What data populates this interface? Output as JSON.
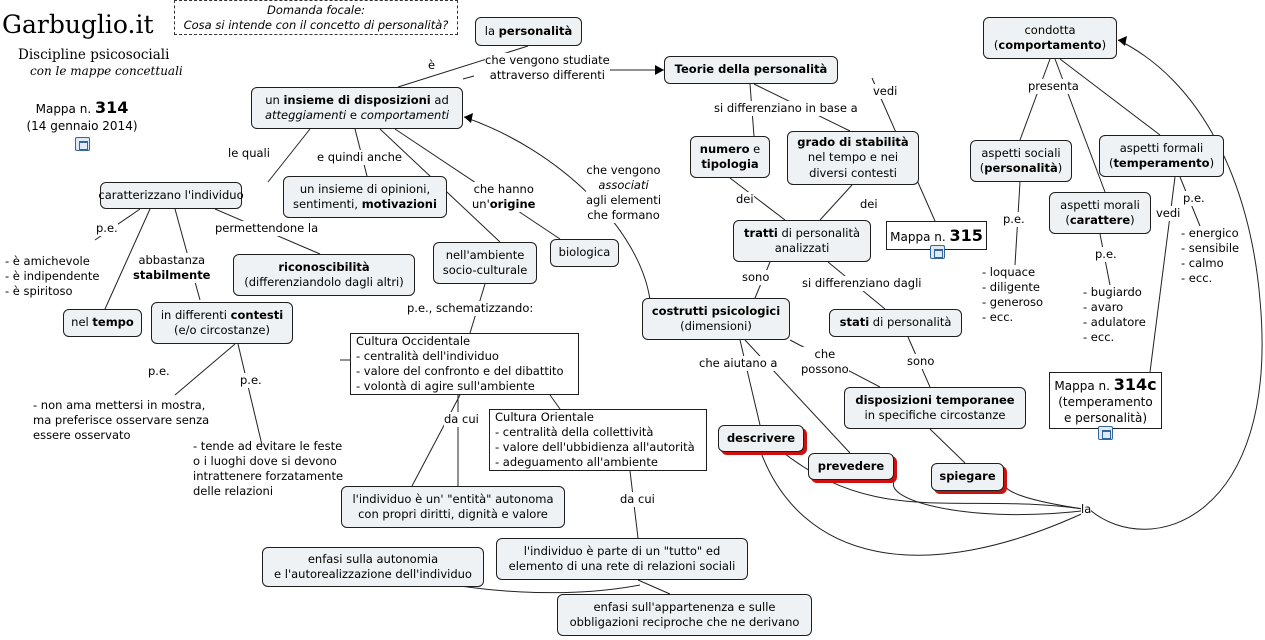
{
  "brand": {
    "title": "Garbuglio.it",
    "subtitle": "Discipline psicosociali",
    "tagline": "con le mappe concettuali"
  },
  "map_info": {
    "prefix": "Mappa n.",
    "number": "314",
    "date": "(14 gennaio 2014)"
  },
  "focal": {
    "line1": "Domanda focale:",
    "line2": "Cosa si intende con il concetto di personalità?"
  },
  "nodes": {
    "personalita": [
      "la ",
      "b:personalità"
    ],
    "insieme": [
      "un ",
      "b:insieme di disposizioni",
      " ad",
      "br",
      "i:atteggiamenti",
      "  e ",
      "i:comportamenti"
    ],
    "caratterizzano": [
      "caratterizzano l'individuo"
    ],
    "opinioni": [
      "un insieme di opinioni,",
      "br",
      "sentimenti, ",
      "b:motivazioni"
    ],
    "riconoscibilita": [
      "b:riconoscibilità",
      "br",
      "(differenziandolo dagli altri)"
    ],
    "tempo": [
      "nel ",
      "b:tempo"
    ],
    "contesti": [
      "in differenti ",
      "b:contesti",
      "br",
      "(e/o circostanze)"
    ],
    "ambiente": [
      "nell'ambiente",
      "br",
      "socio-culturale"
    ],
    "biologica": [
      "biologica"
    ],
    "occidentale": [
      "Cultura Occidentale",
      "br",
      "- centralità dell'individuo",
      "br",
      "- valore del confronto e del dibattito",
      "br",
      "- volontà di agire sull'ambiente"
    ],
    "orientale": [
      "Cultura Orientale",
      "br",
      "- centralità della collettività",
      "br",
      "- valore dell'ubbidienza all'autorità",
      "br",
      "- adeguamento all'ambiente"
    ],
    "entita": [
      "l'individuo è un' \"entità\" autonoma",
      "br",
      "con propri diritti, dignità e valore"
    ],
    "autonomia": [
      "enfasi sulla autonomia",
      "br",
      "e l'autorealizzazione dell'individuo"
    ],
    "tutto": [
      "l'individuo è parte di un \"tutto\" ed",
      "br",
      "elemento di una rete di relazioni sociali"
    ],
    "appartenenza": [
      "enfasi sull'appartenenza e sulle",
      "br",
      "obbligazioni reciproche che ne derivano"
    ],
    "teorie": [
      "b:Teorie della personalità"
    ],
    "numero": [
      "b:numero",
      " e",
      "br",
      "b:tipologia"
    ],
    "grado": [
      "b:grado di stabilità",
      "br",
      "nel tempo e nei",
      "br",
      "diversi contesti"
    ],
    "tratti": [
      "b:tratti",
      " di personalità",
      "br",
      "analizzati"
    ],
    "costrutti": [
      "b:costrutti psicologici",
      "br",
      "(dimensioni)"
    ],
    "stati": [
      "b:stati",
      " di personalità"
    ],
    "disposizioni_temp": [
      "b:disposizioni temporanee",
      "br",
      "in specifiche circostanze"
    ],
    "descrivere": [
      "descrivere"
    ],
    "prevedere": [
      "prevedere"
    ],
    "spiegare": [
      "spiegare"
    ],
    "condotta": [
      "condotta",
      "br",
      "(",
      "b:comportamento",
      ")"
    ],
    "sociali": [
      "aspetti sociali",
      "br",
      "(",
      "b:personalità",
      ")"
    ],
    "morali": [
      "aspetti morali",
      "br",
      "(",
      "b:carattere",
      ")"
    ],
    "formali": [
      "aspetti formali",
      "br",
      "(",
      "b:temperamento",
      ")"
    ],
    "mappa315": [
      "Mappa n. ",
      "b:315"
    ],
    "mappa314c": [
      "Mappa n. ",
      "b:314c",
      "br",
      "(temperamento",
      "br",
      "e personalità)"
    ]
  },
  "labels": {
    "e": "è",
    "vengono_studiate": "che vengono studiate\nattraverso differenti",
    "le_quali": "le quali",
    "quindi_anche": "e quindi anche",
    "hanno_origine": "che hanno\nun'|origine",
    "vengono_associati": "che vengono\n*associati*\nagli elementi\nche formano",
    "pe1": "p.e.",
    "permettendone": "permettendone la",
    "abbastanza": "abbastanza\n|stabilmente",
    "examples1": "- è amichevole\n- è indipendente\n- è spiritoso",
    "schematizzando": "p.e., schematizzando:",
    "pe2": "p.e.",
    "pe3": "p.e.",
    "example_mostra": "- non ama mettersi in mostra,\nma preferisce osservare senza\nessere osservato",
    "example_feste": "- tende ad evitare le feste\no i luoghi dove si devono\nintrattenere forzatamente\ndelle relazioni",
    "da_cui1": "da cui",
    "da_cui2": "da cui",
    "differenziano": "si differenziano in base a",
    "dei1": "dei",
    "dei2": "dei",
    "vedi1": "vedi",
    "sono1": "sono",
    "differenziano_dagli": "si differenziano dagli",
    "aiutano": "che aiutano a",
    "possono": "che\npossono",
    "sono2": "sono",
    "la": "la",
    "presenta": "presenta",
    "pe4": "p.e.",
    "pe5": "p.e.",
    "pe6": "p.e.",
    "vedi2": "vedi",
    "examples_sociali": "- loquace\n- diligente\n- generoso\n- ecc.",
    "examples_morali": "- bugiardo\n- avaro\n- adulatore\n- ecc.",
    "examples_formali": "- energico\n- sensibile\n- calmo\n- ecc."
  }
}
